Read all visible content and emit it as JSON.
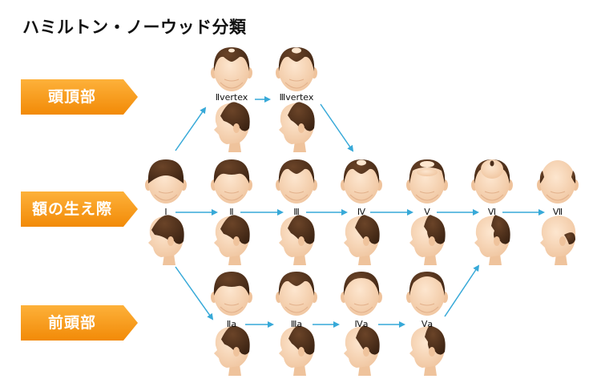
{
  "title": "ハミルトン・ノーウッド分類",
  "categories": {
    "vertex": "頭頂部",
    "hairline": "額の生え際",
    "frontal": "前頭部"
  },
  "stage_labels": {
    "vertex_2": "Ⅱvertex",
    "vertex_3": "Ⅲvertex",
    "h1": "Ⅰ",
    "h2": "Ⅱ",
    "h3": "Ⅲ",
    "h4": "Ⅳ",
    "h5": "Ⅴ",
    "h6": "Ⅵ",
    "h7": "Ⅶ",
    "a2": "Ⅱa",
    "a3": "Ⅲa",
    "a4": "Ⅳa",
    "a5": "Ⅴa"
  },
  "colors": {
    "tag_orange_top": "#fdb13a",
    "tag_orange_bottom": "#f28a07",
    "arrow": "#37a9d8",
    "hair": "#4a2d1a",
    "skin": "#f6d6b9"
  }
}
